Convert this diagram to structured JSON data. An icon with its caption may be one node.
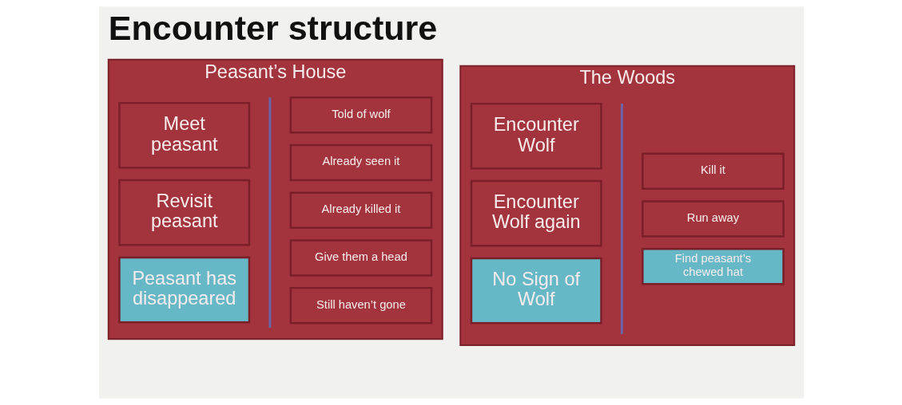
{
  "diagram": {
    "title": "Encounter structure",
    "nodes": [
      {
        "text": [
          "Peasant’s House"
        ]
      },
      {
        "text": [
          "Meet peasant"
        ],
        "in": 0
      },
      {
        "text": [
          "Revisit peasant"
        ],
        "in": 0
      },
      {
        "text": [
          "Peasant has disappeared"
        ],
        "in": 0
      },
      {
        "text": [
          "Told of wolf"
        ],
        "in": 0
      },
      {
        "text": [
          "Already seen it"
        ],
        "in": 0
      },
      {
        "text": [
          "Already killed it"
        ],
        "in": 0
      },
      {
        "text": [
          "Give them a head"
        ],
        "in": 0
      },
      {
        "text": [
          "Still haven’t gone"
        ],
        "in": 0
      },
      {
        "text": [
          "The Woods"
        ]
      },
      {
        "text": [
          "Encounter Wolf"
        ],
        "in": 9
      },
      {
        "text": [
          "Encounter Wolf again"
        ],
        "in": 9
      },
      {
        "text": [
          "No Sign of Wolf"
        ],
        "in": 9
      },
      {
        "text": [
          "Kill it"
        ],
        "in": 9
      },
      {
        "text": [
          "Run away"
        ],
        "in": 9
      },
      {
        "text": [
          "Find peasant’s chewed hat"
        ],
        "in": 9
      }
    ]
  }
}
